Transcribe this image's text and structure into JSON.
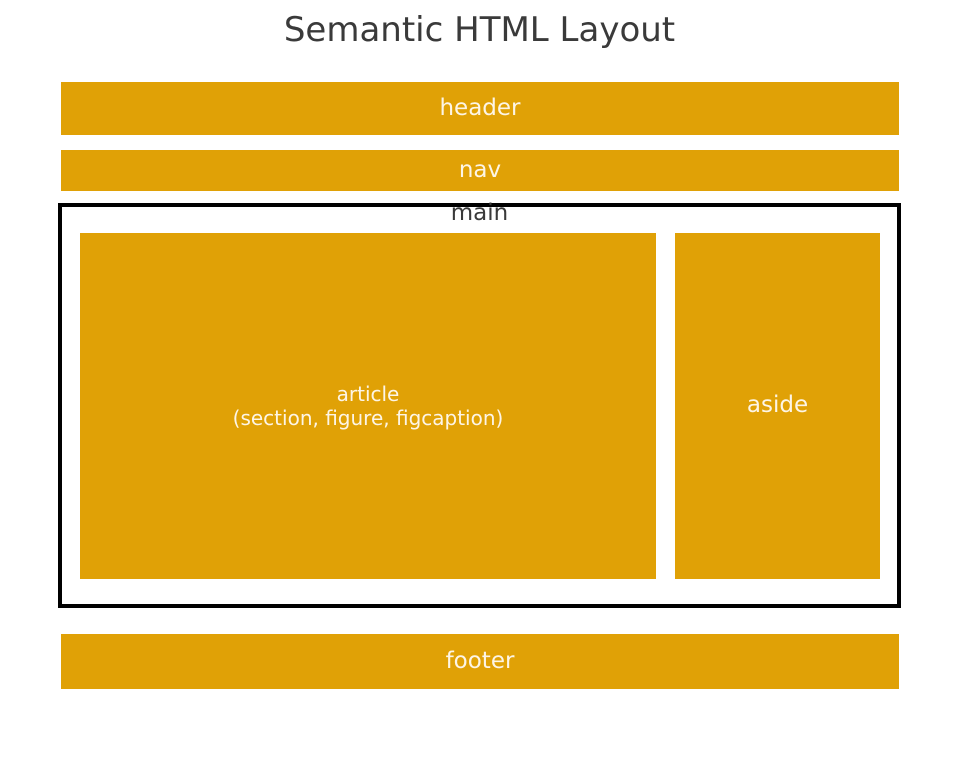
{
  "title": "Semantic HTML Layout",
  "colors": {
    "block_fill": "#e0a106",
    "block_label": "#fdf5e6",
    "heading_text": "#3a3a3a",
    "main_border": "#000000",
    "canvas_bg": "#ffffff"
  },
  "blocks": {
    "header": {
      "label": "header"
    },
    "nav": {
      "label": "nav"
    },
    "main": {
      "label": "main"
    },
    "article": {
      "label": "article",
      "sublabel": "(section, figure, figcaption)"
    },
    "aside": {
      "label": "aside"
    },
    "footer": {
      "label": "footer"
    }
  }
}
